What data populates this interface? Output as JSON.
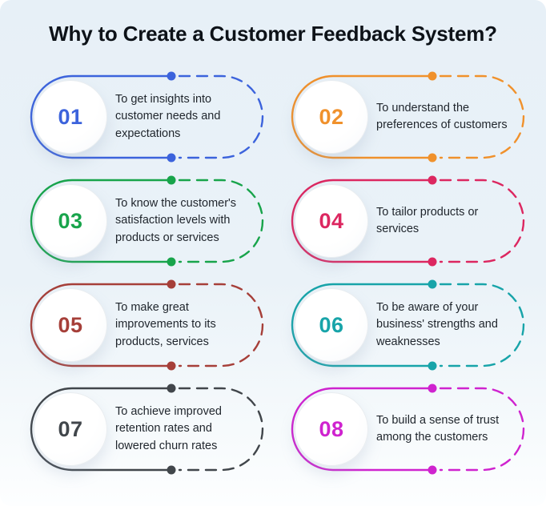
{
  "title": "Why to Create a Customer Feedback System?",
  "colors": {
    "page_background": "#ffffff",
    "card_background_top": "#e7f0f7",
    "card_background_bottom": "#fdfeff",
    "title_text": "#0d1218",
    "body_text": "#1f252c"
  },
  "items": [
    {
      "number": "01",
      "color": "#3c63dc",
      "text": "To get insights into customer needs and expectations",
      "lines": [
        "To get insights into",
        "customer needs and",
        "expectations"
      ]
    },
    {
      "number": "02",
      "color": "#f0912c",
      "text": "To understand the preferences of customers",
      "lines": [
        "To understand the",
        "preferences of customers"
      ]
    },
    {
      "number": "03",
      "color": "#18a44b",
      "text": "To know the customer's satisfaction levels with products or services",
      "lines": [
        "To know the customer's",
        "satisfaction levels with",
        "products or services"
      ]
    },
    {
      "number": "04",
      "color": "#dc2760",
      "text": "To tailor products or services",
      "lines": [
        "To tailor products or",
        "services"
      ]
    },
    {
      "number": "05",
      "color": "#a63f39",
      "text": "To make great improvements to its products, services",
      "lines": [
        "To make great",
        "improvements to its",
        "products, services"
      ]
    },
    {
      "number": "06",
      "color": "#18a4a9",
      "text": "To be aware of your business' strengths and weaknesses",
      "lines": [
        "To be aware of your",
        "business' strengths and",
        "weaknesses"
      ]
    },
    {
      "number": "07",
      "color": "#41464b",
      "text": "To achieve improved retention rates and lowered churn rates",
      "lines": [
        "To achieve improved",
        "retention rates and",
        "lowered churn rates"
      ]
    },
    {
      "number": "08",
      "color": "#cf23cf",
      "text": "To build a sense of trust among the customers",
      "lines": [
        "To build a sense of trust",
        "among the customers"
      ]
    }
  ]
}
